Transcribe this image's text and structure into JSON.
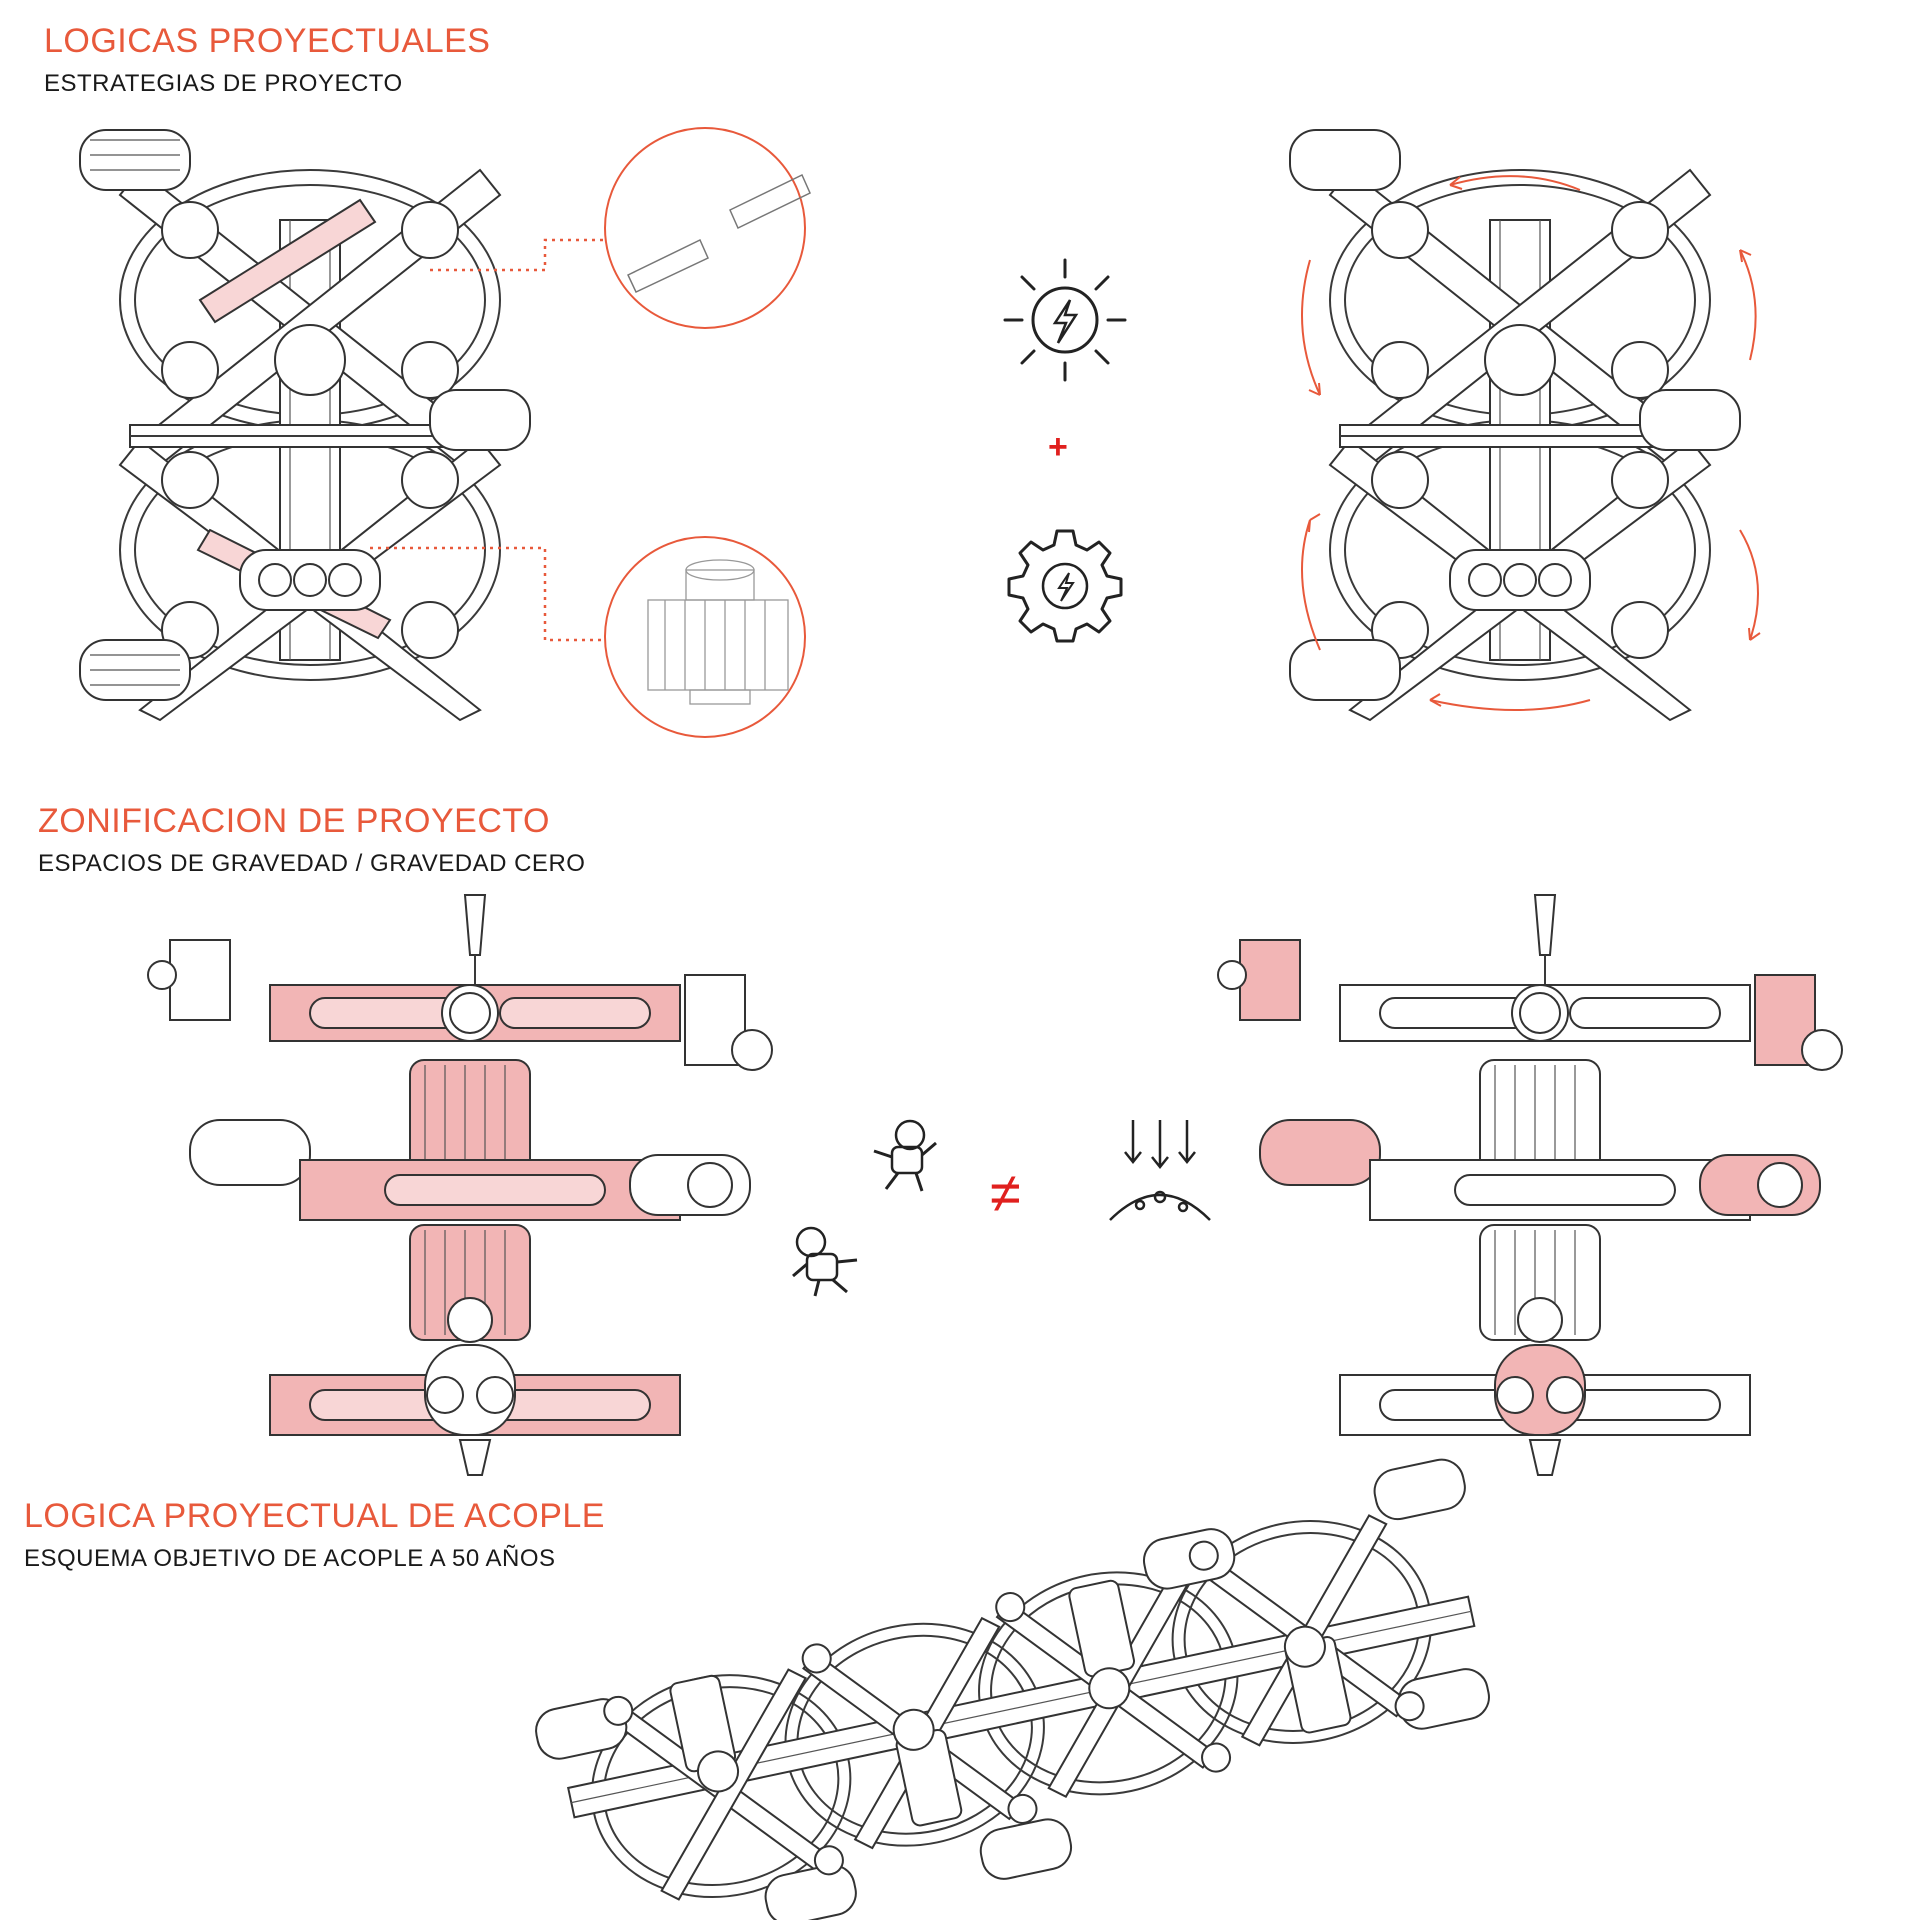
{
  "colors": {
    "accent": "#e8593b",
    "zone_fill": "#f2b5b5",
    "zone_fill_light": "#f8d6d6",
    "line": "#333333",
    "not_equal": "#e0201e",
    "plus": "#e0201e"
  },
  "sections": [
    {
      "title": "LOGICAS PROYECTUALES",
      "subtitle": "ESTRATEGIAS DE PROYECTO"
    },
    {
      "title": "ZONIFICACION DE PROYECTO",
      "subtitle": "ESPACIOS DE GRAVEDAD / GRAVEDAD CERO"
    },
    {
      "title": "LOGICA PROYECTUAL DE ACOPLE",
      "subtitle": "ESQUEMA OBJETIVO DE ACOPLE A 50 AÑOS"
    }
  ],
  "symbols": {
    "plus": "+",
    "not_equal": "≠"
  },
  "icons": [
    "sun-energy-icon",
    "gear-energy-icon",
    "astronaut-icon",
    "gravity-planet-icon",
    "rotation-arrow-icon"
  ]
}
